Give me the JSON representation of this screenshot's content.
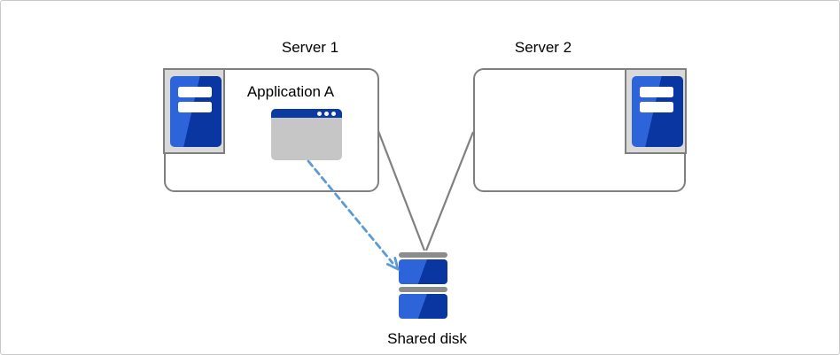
{
  "nodes": {
    "server1": {
      "label": "Server 1",
      "icon": "server-tower-icon"
    },
    "server2": {
      "label": "Server 2",
      "icon": "server-tower-icon"
    },
    "application_a": {
      "label": "Application A",
      "icon": "app-window-icon"
    },
    "shared_disk": {
      "label": "Shared disk",
      "icon": "stacked-disk-icon"
    }
  },
  "edges": [
    {
      "from": "server1",
      "to": "shared_disk",
      "style": "solid-gray-line"
    },
    {
      "from": "server2",
      "to": "shared_disk",
      "style": "solid-gray-line"
    },
    {
      "from": "application_a",
      "to": "shared_disk",
      "style": "dashed-blue-arrow"
    }
  ],
  "colors": {
    "canvas_border": "#c9c9c9",
    "box_border": "#7f7f7f",
    "icon_box_bg": "#d9d9d9",
    "server_blue_light": "#2e64d9",
    "server_blue_dark": "#0a36a2",
    "window_titlebar": "#0b3aa0",
    "window_body": "#c6c6c6",
    "disk_cap": "#8c8c8c",
    "connector": "#808080",
    "dashed_arrow": "#5b9bd5"
  }
}
